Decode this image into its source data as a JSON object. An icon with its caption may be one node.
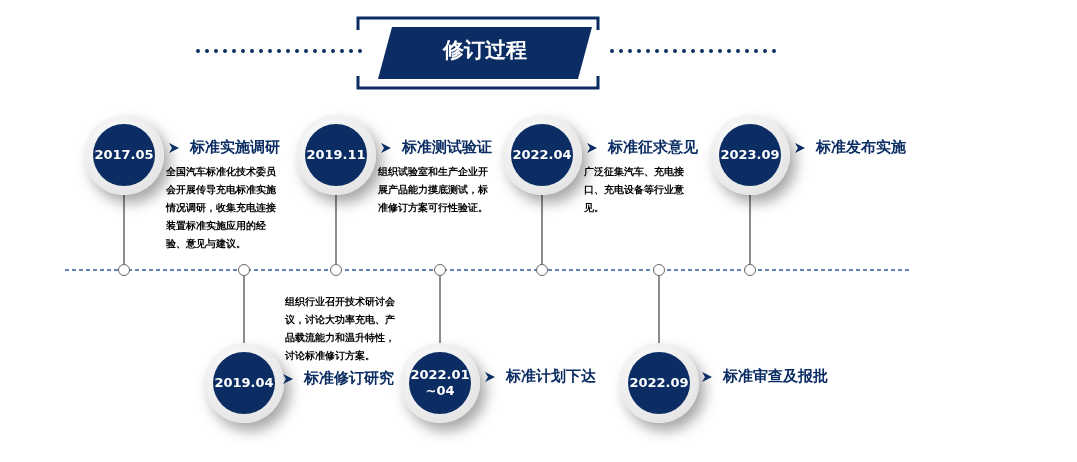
{
  "diagram": {
    "title": "修订过程",
    "nodes": [
      {
        "text": [
          "2017.05"
        ],
        "beside": [
          "标准实施调研",
          "全国汽车标准化技术委员会开展传导充电标准实施情况调研，收集充电连接装置标准实施应用的经验、意见与建议。"
        ]
      },
      {
        "text": [
          "2019.11"
        ],
        "beside": [
          "标准测试验证",
          "组织试验室和生产企业开展产品能力摸底测试，标准修订方案可行性验证。"
        ]
      },
      {
        "text": [
          "2022.04"
        ],
        "beside": [
          "标准征求意见",
          "广泛征集汽车、充电接口、充电设备等行业意见。"
        ]
      },
      {
        "text": [
          "2023.09"
        ],
        "beside": [
          "标准发布实施"
        ]
      },
      {
        "text": [],
        "shape": "circle"
      },
      {
        "text": [],
        "shape": "circle"
      },
      {
        "text": [],
        "shape": "circle"
      },
      {
        "text": [],
        "shape": "circle"
      },
      {
        "text": [],
        "shape": "circle"
      },
      {
        "text": [],
        "shape": "circle"
      },
      {
        "text": [],
        "shape": "circle"
      },
      {
        "text": [
          "2019.04"
        ],
        "beside": [
          "组织行业召开技术研讨会议，讨论大功率充电、产品载流能力和温升特性，讨论标准修订方案。",
          "标准修订研究"
        ]
      },
      {
        "text": [
          "2022.01 ~04"
        ],
        "beside": [
          "标准计划下达"
        ]
      },
      {
        "text": [
          "2022.09"
        ],
        "beside": [
          "标准审查及报批"
        ]
      }
    ],
    "edges": [
      {
        "from": 0,
        "to": 4,
        "arrow": "none"
      },
      {
        "from": 1,
        "to": 6,
        "arrow": "none"
      },
      {
        "from": 2,
        "to": 8,
        "arrow": "none"
      },
      {
        "from": 3,
        "to": 10,
        "arrow": "none"
      },
      {
        "from": 11,
        "to": 5,
        "arrow": "none"
      },
      {
        "from": 12,
        "to": 7,
        "arrow": "none"
      },
      {
        "from": 13,
        "to": 9,
        "arrow": "none"
      }
    ]
  }
}
